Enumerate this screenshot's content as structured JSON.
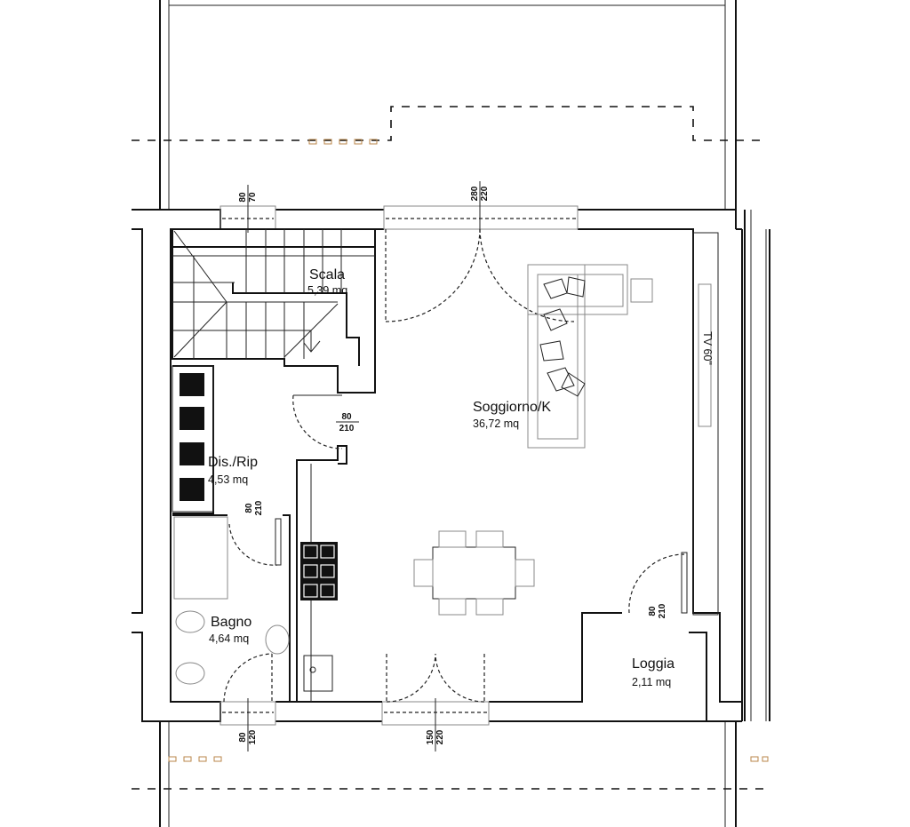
{
  "rooms": {
    "scala": {
      "name": "Scala",
      "area": "5,39 mq"
    },
    "soggiorno": {
      "name": "Soggiorno/K",
      "area": "36,72 mq"
    },
    "disimpegno": {
      "name": "Dis./Rip",
      "area": "4,53 mq"
    },
    "bagno": {
      "name": "Bagno",
      "area": "4,64 mq"
    },
    "loggia": {
      "name": "Loggia",
      "area": "2,11 mq"
    }
  },
  "openings": {
    "top_window_left": {
      "w": "80",
      "h": "70"
    },
    "top_window_center": {
      "w": "280",
      "h": "220"
    },
    "door_dis": {
      "w": "80",
      "h": "210"
    },
    "door_bagno": {
      "w": "80",
      "h": "210"
    },
    "door_loggia": {
      "w": "80",
      "h": "210"
    },
    "bottom_window_bagno": {
      "w": "80",
      "h": "120"
    },
    "bottom_window_center": {
      "w": "150",
      "h": "220"
    }
  },
  "furniture": {
    "tv_label": "TV 60\""
  },
  "colors": {
    "line": "#111111",
    "accent_marks": "#b8864a"
  }
}
